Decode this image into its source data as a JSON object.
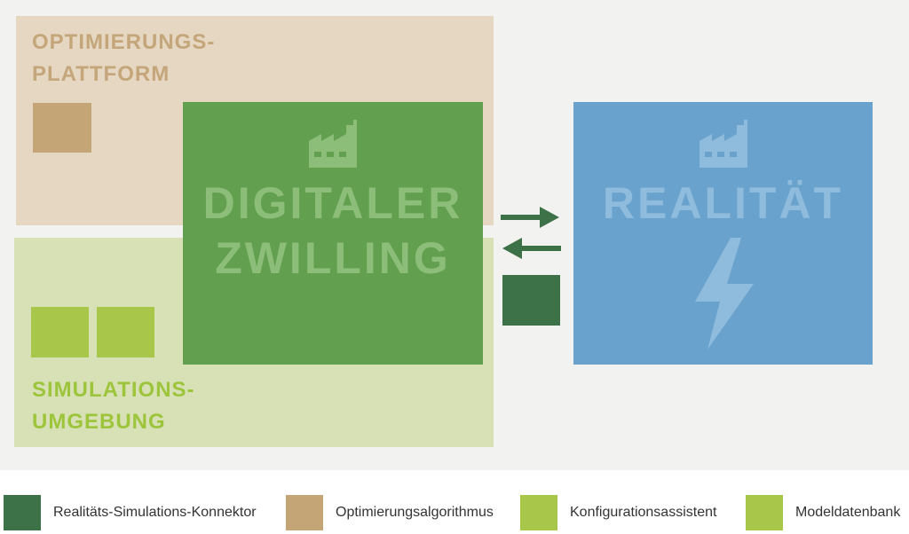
{
  "areas": {
    "optimization": {
      "label": "OPTIMIERUNGS-\nPLATTFORM",
      "color": "#e5d7c1",
      "label_color": "#c4a67a"
    },
    "simulation": {
      "label": "SIMULATIONS-\nUMGEBUNG",
      "color": "#d8e1b6",
      "label_color": "#9cc53c"
    }
  },
  "digital_twin": {
    "title": "DIGITALER\nZWILLING",
    "color": "#62a04f",
    "icon": "factory-icon"
  },
  "reality": {
    "title": "REALITÄT",
    "color": "#69a2cc",
    "icons": [
      "factory-icon",
      "lightning-bolt-icon"
    ]
  },
  "connection": {
    "arrows": [
      "arrow-right-icon",
      "arrow-left-icon"
    ],
    "color": "#3d7147"
  },
  "legend": {
    "items": [
      {
        "label": "Realitäts-Simulations-Konnektor",
        "color": "#3d7147"
      },
      {
        "label": "Optimierungsalgorithmus",
        "color": "#c3a576"
      },
      {
        "label": "Konfigurationsassistent",
        "color": "#a7c64a"
      },
      {
        "label": "Modeldatenbank",
        "color": "#a7c64a"
      }
    ]
  }
}
